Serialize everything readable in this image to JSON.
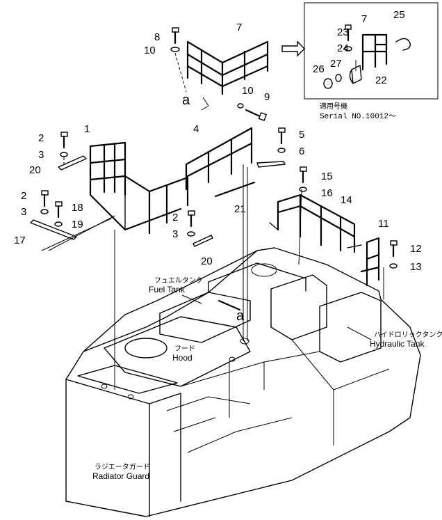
{
  "callouts": {
    "c1": "1",
    "c2a": "2",
    "c2b": "2",
    "c2c": "2",
    "c3a": "3",
    "c3b": "3",
    "c3c": "3",
    "c4": "4",
    "c5": "5",
    "c6": "6",
    "c7a": "7",
    "c7b": "7",
    "c8": "8",
    "c9": "9",
    "c10a": "10",
    "c10b": "10",
    "c11": "11",
    "c12": "12",
    "c13": "13",
    "c14": "14",
    "c15": "15",
    "c16": "16",
    "c17": "17",
    "c18": "18",
    "c19": "19",
    "c20a": "20",
    "c20b": "20",
    "c21": "21",
    "c22": "22",
    "c23": "23",
    "c24": "24",
    "c25": "25",
    "c26": "26",
    "c27": "27",
    "a1": "a",
    "a2": "a"
  },
  "parts_labels": {
    "fuel_tank_jp": "フュエルタンク",
    "fuel_tank_en": "Fuel Tank",
    "hood_jp": "フード",
    "hood_en": "Hood",
    "hydraulic_tank_jp": "ハイドロリックタンク",
    "hydraulic_tank_en": "Hydraulic Tank",
    "radiator_guard_jp": "ラジエータガード",
    "radiator_guard_en": "Radiator Guard"
  },
  "inset": {
    "serial_jp": "適用号機",
    "serial_en": "Serial NO.10012～"
  }
}
